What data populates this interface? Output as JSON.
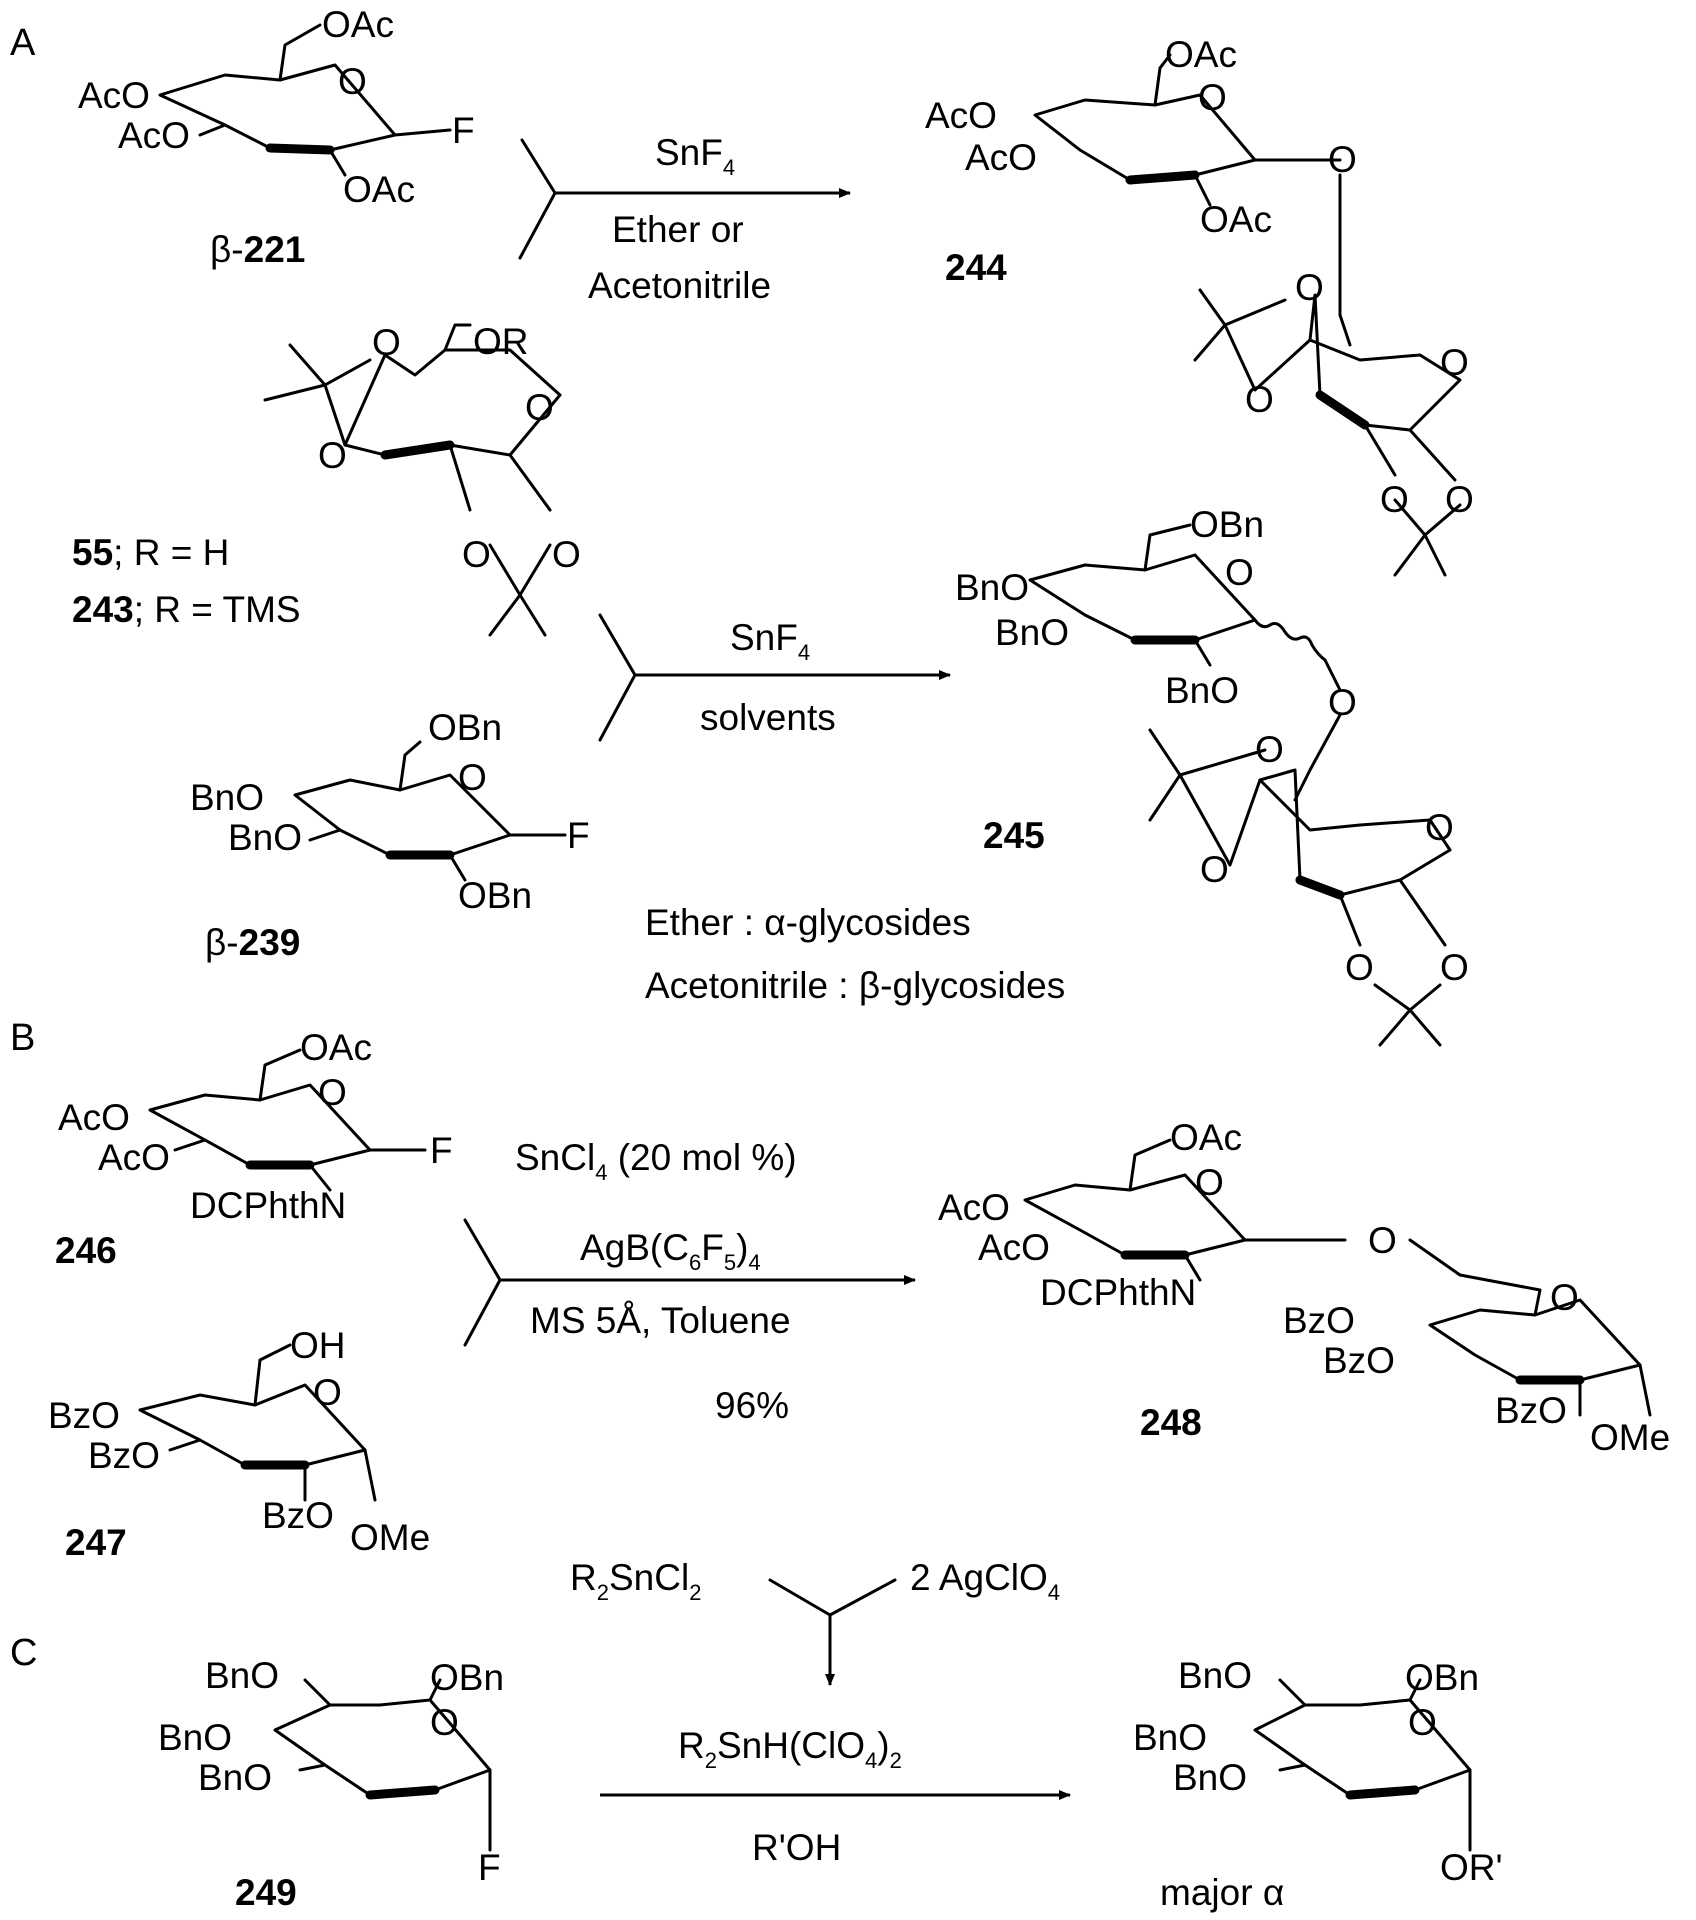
{
  "panels": {
    "a": "A",
    "b": "B",
    "c": "C"
  },
  "greek": {
    "alpha": "α",
    "beta": "β"
  },
  "compounds": {
    "c221": "221",
    "c244": "244",
    "c55": "55",
    "c243": "243",
    "c245": "245",
    "c239": "239",
    "c246": "246",
    "c247": "247",
    "c248": "248",
    "c249": "249"
  },
  "groups": {
    "oac": "OAc",
    "aco": "AcO",
    "obn": "OBn",
    "bno": "BnO",
    "oh": "OH",
    "bzo": "BzO",
    "ome": "OMe",
    "o": "O",
    "f": "F",
    "or_group": "OR",
    "or_prime": "OR'",
    "dcphthn": "DCPhthN"
  },
  "labels": {
    "r_h": "; R = H",
    "r_tms": "; R = TMS",
    "major": "major ",
    "ether_alpha": "Ether : ",
    "aceto_beta": "Acetonitrile : ",
    "glycosides": "-glycosides"
  },
  "reagents": {
    "snf": "SnF",
    "snf_sub": "4",
    "ether_or": "Ether or",
    "acetonitrile": "Acetonitrile",
    "solvents": "solvents",
    "sncl": "SnCl",
    "sncl_sub": "4",
    "sncl_rest": " (20 mol %)",
    "agb": "AgB(C",
    "agb_sub1": "6",
    "agb_mid": "F",
    "agb_sub2": "5",
    "agb_close": ")",
    "agb_sub3": "4",
    "ms_toluene": "MS 5Å, Toluene",
    "yield": "96%",
    "r2": "R",
    "r2_sub": "2",
    "sncl2": "SnCl",
    "sncl2_sub": "2",
    "agclo4": "2 AgClO",
    "agclo4_sub": "4",
    "r2snh": "R",
    "r2snh_sub": "2",
    "r2snh_mid": "SnH(ClO",
    "r2snh_sub2": "4",
    "r2snh_close": ")",
    "r2snh_sub3": "2",
    "rprime_oh": "R'OH"
  }
}
